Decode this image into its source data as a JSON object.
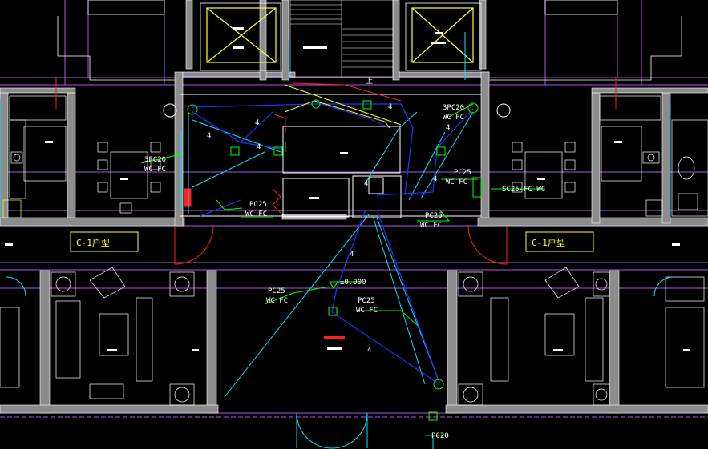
{
  "canvas": {
    "background": "#000000"
  },
  "colors": {
    "wall": "#8c8c8c",
    "wall_edge": "#ffffff",
    "wire": "#2233ff",
    "conduit": "#00e5ff",
    "leader": "#00ff00",
    "label": "#ffffff",
    "furniture": "#ffffff",
    "tag": "#ffff33",
    "red": "#ff2020",
    "magenta": "#c060ff"
  },
  "rooms": {
    "left_unit": "C-1户型",
    "right_unit": "C-1户型"
  },
  "annotations": {
    "a1": "3PC20",
    "a1_sub": "WC FC",
    "a2": "3PC20",
    "a2_sub": "WC FC",
    "a3": "PC25",
    "a3_sub": "WC FC",
    "a4": "PC25",
    "a4_sub": "WC FC",
    "a5": "PC25",
    "a5_sub": "WC FC",
    "a6": "PC25",
    "a6_sub": "WC FC",
    "a7": "PC25",
    "a7_sub": "WC FC",
    "a8": "PC20",
    "a9": "SC25-FC WC",
    "elevation": "±0.000",
    "up": "上",
    "wire_count": "4"
  }
}
